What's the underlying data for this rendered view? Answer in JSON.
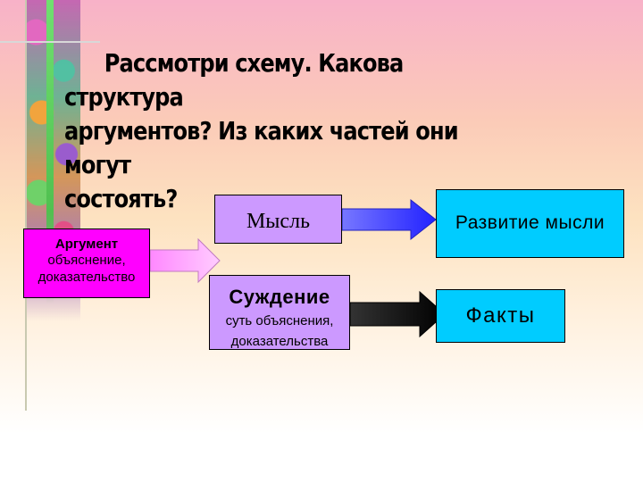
{
  "title": {
    "line1": "Рассмотри схему. Какова структура",
    "line2": "аргументов? Из каких частей они могут",
    "line3": "состоять?"
  },
  "boxes": {
    "argument": {
      "title": "Аргумент",
      "line1": "объяснение,",
      "line2": "доказательство"
    },
    "thought": {
      "title": "Мысль"
    },
    "judgement": {
      "title": "Суждение",
      "line1": "суть объяснения,",
      "line2": "доказательства"
    },
    "development": {
      "title": "Развитие мысли"
    },
    "facts": {
      "title": "Факты"
    }
  },
  "colors": {
    "magenta": "#ff00ff",
    "lavender": "#cc99ff",
    "cyan": "#00ccff",
    "arrow_blue": "#3333ff",
    "arrow_pink": "#ff99ff"
  }
}
